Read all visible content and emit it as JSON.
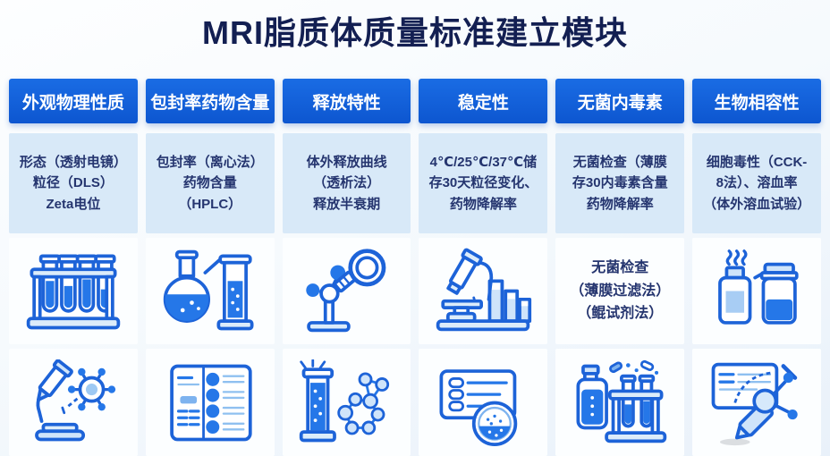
{
  "title": "MRI脂质体质量标准建立模块",
  "theme": {
    "header_blue": "#0f5fd9",
    "desc_bg": "#d8e9f8",
    "cell_bg": "#fcfeff",
    "title_color": "#131f52",
    "desc_text": "#25356f",
    "icon_stroke": "#1d63d8",
    "icon_fill": "#2577e8",
    "icon_fill_light": "#cfe4fa"
  },
  "columns": [
    {
      "header": "外观物理性质",
      "desc": "形态（透射电镜）\n粒径（DLS）\nZeta电位",
      "row1_icon": "test-tube-rack",
      "row2_icon": "microscope-with-molecule"
    },
    {
      "header": "包封率药物含量",
      "desc": "包封率（离心法）\n药物含量\n（HPLC）",
      "row1_icon": "flask-and-cylinder",
      "row2_icon": "checklist-book"
    },
    {
      "header": "释放特性",
      "desc": "体外释放曲线\n（透析法）\n释放半衰期",
      "row1_icon": "magnifier-over-molecule",
      "row2_icon": "cylinder-and-molecule"
    },
    {
      "header": "稳定性",
      "desc": "4℃/25℃/37℃储\n存30天粒径变化、\n药物降解率",
      "row1_icon": "microscope-and-bars",
      "row2_icon": "card-and-petri-dish"
    },
    {
      "header": "无菌内毒素",
      "desc": "无菌检查（薄膜\n存30内毒素含量\n药物降解率",
      "row1_text": "无菌检查\n（薄膜过滤法）\n（鲲试剂法）",
      "row2_icon": "bottle-and-tube-rack-pills"
    },
    {
      "header": "生物相容性",
      "desc": "细胞毒性（CCK-\n8法）、溶血率\n（体外溶血试验）",
      "row1_icon": "steaming-bottles",
      "row2_icon": "card-and-pen-probe"
    }
  ]
}
